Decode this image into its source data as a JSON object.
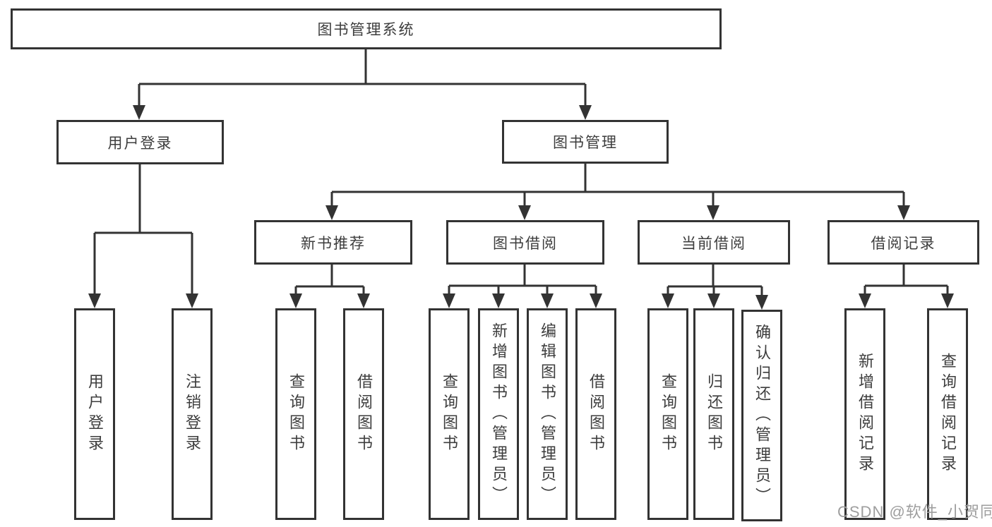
{
  "tree": {
    "root": "图书管理系统",
    "user_login": {
      "label": "用户登录",
      "children": [
        "用户登录",
        "注销登录"
      ]
    },
    "book_mgmt": {
      "label": "图书管理",
      "branches": [
        {
          "label": "新书推荐",
          "children": [
            "查询图书",
            "借阅图书"
          ]
        },
        {
          "label": "图书借阅",
          "children": [
            "查询图书",
            "新增图书（管理员）",
            "编辑图书（管理员）",
            "借阅图书"
          ]
        },
        {
          "label": "当前借阅",
          "children": [
            "查询图书",
            "归还图书",
            "确认归还（管理员）"
          ]
        },
        {
          "label": "借阅记录",
          "children": [
            "新增借阅记录",
            "查询借阅记录"
          ]
        }
      ]
    }
  },
  "watermark": "CSDN @软件_小贺同学",
  "colors": {
    "line": "#333333",
    "box_border": "#333333",
    "text": "#3d3d3d",
    "watermark": "#9e9e9e",
    "background": "#ffffff"
  }
}
